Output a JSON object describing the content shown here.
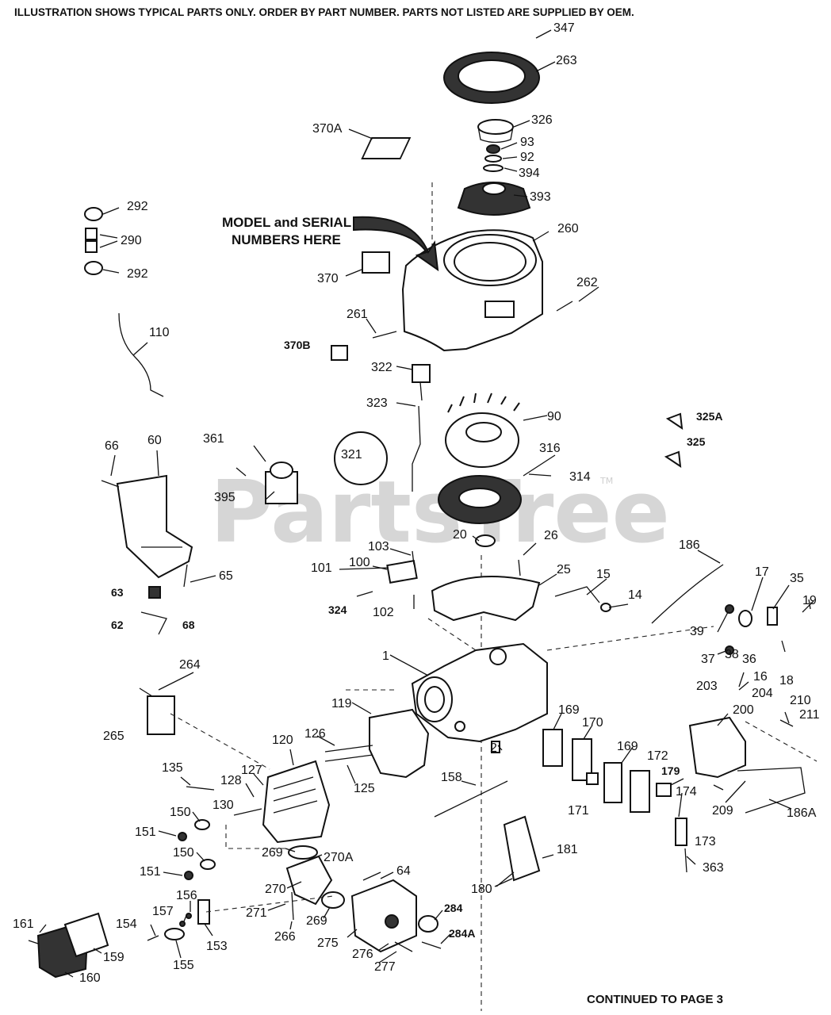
{
  "header": {
    "notice": "ILLUSTRATION SHOWS TYPICAL PARTS ONLY. ORDER BY PART NUMBER. PARTS NOT LISTED ARE SUPPLIED BY OEM."
  },
  "callout": {
    "line1": "MODEL and SERIAL",
    "line2": "NUMBERS HERE"
  },
  "watermark": {
    "text": "PartsTree",
    "tm": "TM"
  },
  "footer": {
    "continued": "CONTINUED TO PAGE 3"
  },
  "labels": {
    "p347": "347",
    "p263": "263",
    "p326": "326",
    "p370A": "370A",
    "p93": "93",
    "p92": "92",
    "p394": "394",
    "p393": "393",
    "p292a": "292",
    "p290": "290",
    "p292b": "292",
    "p260": "260",
    "p370": "370",
    "p262": "262",
    "p261": "261",
    "p370B": "370B",
    "p110": "110",
    "p322": "322",
    "p323": "323",
    "p90": "90",
    "p325A": "325A",
    "p325": "325",
    "p321": "321",
    "p316": "316",
    "p314": "314",
    "p361": "361",
    "p395": "395",
    "p66": "66",
    "p60": "60",
    "p20": "20",
    "p26": "26",
    "p103": "103",
    "p101": "101",
    "p100": "100",
    "p25": "25",
    "p186": "186",
    "p65": "65",
    "p63": "63",
    "p324": "324",
    "p102": "102",
    "p15": "15",
    "p14": "14",
    "p17": "17",
    "p35": "35",
    "p19": "19",
    "p62": "62",
    "p68": "68",
    "p39": "39",
    "p37": "37",
    "p38": "38",
    "p36": "36",
    "p16": "16",
    "p18": "18",
    "p1": "1",
    "p264": "264",
    "p203": "203",
    "p204": "204",
    "p119": "119",
    "p169a": "169",
    "p210": "210",
    "p200": "200",
    "p211": "211",
    "p170": "170",
    "p265": "265",
    "p120": "120",
    "p126": "126",
    "p2": "2",
    "p169b": "169",
    "p172": "172",
    "p135": "135",
    "p127": "127",
    "p128": "128",
    "p158": "158",
    "p179": "179",
    "p174": "174",
    "p209": "209",
    "p186A": "186A",
    "p125": "125",
    "p130": "130",
    "p171": "171",
    "p150a": "150",
    "p173": "173",
    "p151a": "151",
    "p269a": "269",
    "p270A": "270A",
    "p181": "181",
    "p150b": "150",
    "p363": "363",
    "p64": "64",
    "p151b": "151",
    "p270": "270",
    "p180": "180",
    "p156": "156",
    "p271": "271",
    "p284": "284",
    "p157": "157",
    "p269b": "269",
    "p161": "161",
    "p154": "154",
    "p153": "153",
    "p266": "266",
    "p275": "275",
    "p284A": "284A",
    "p159": "159",
    "p276": "276",
    "p155": "155",
    "p277": "277",
    "p160": "160"
  }
}
